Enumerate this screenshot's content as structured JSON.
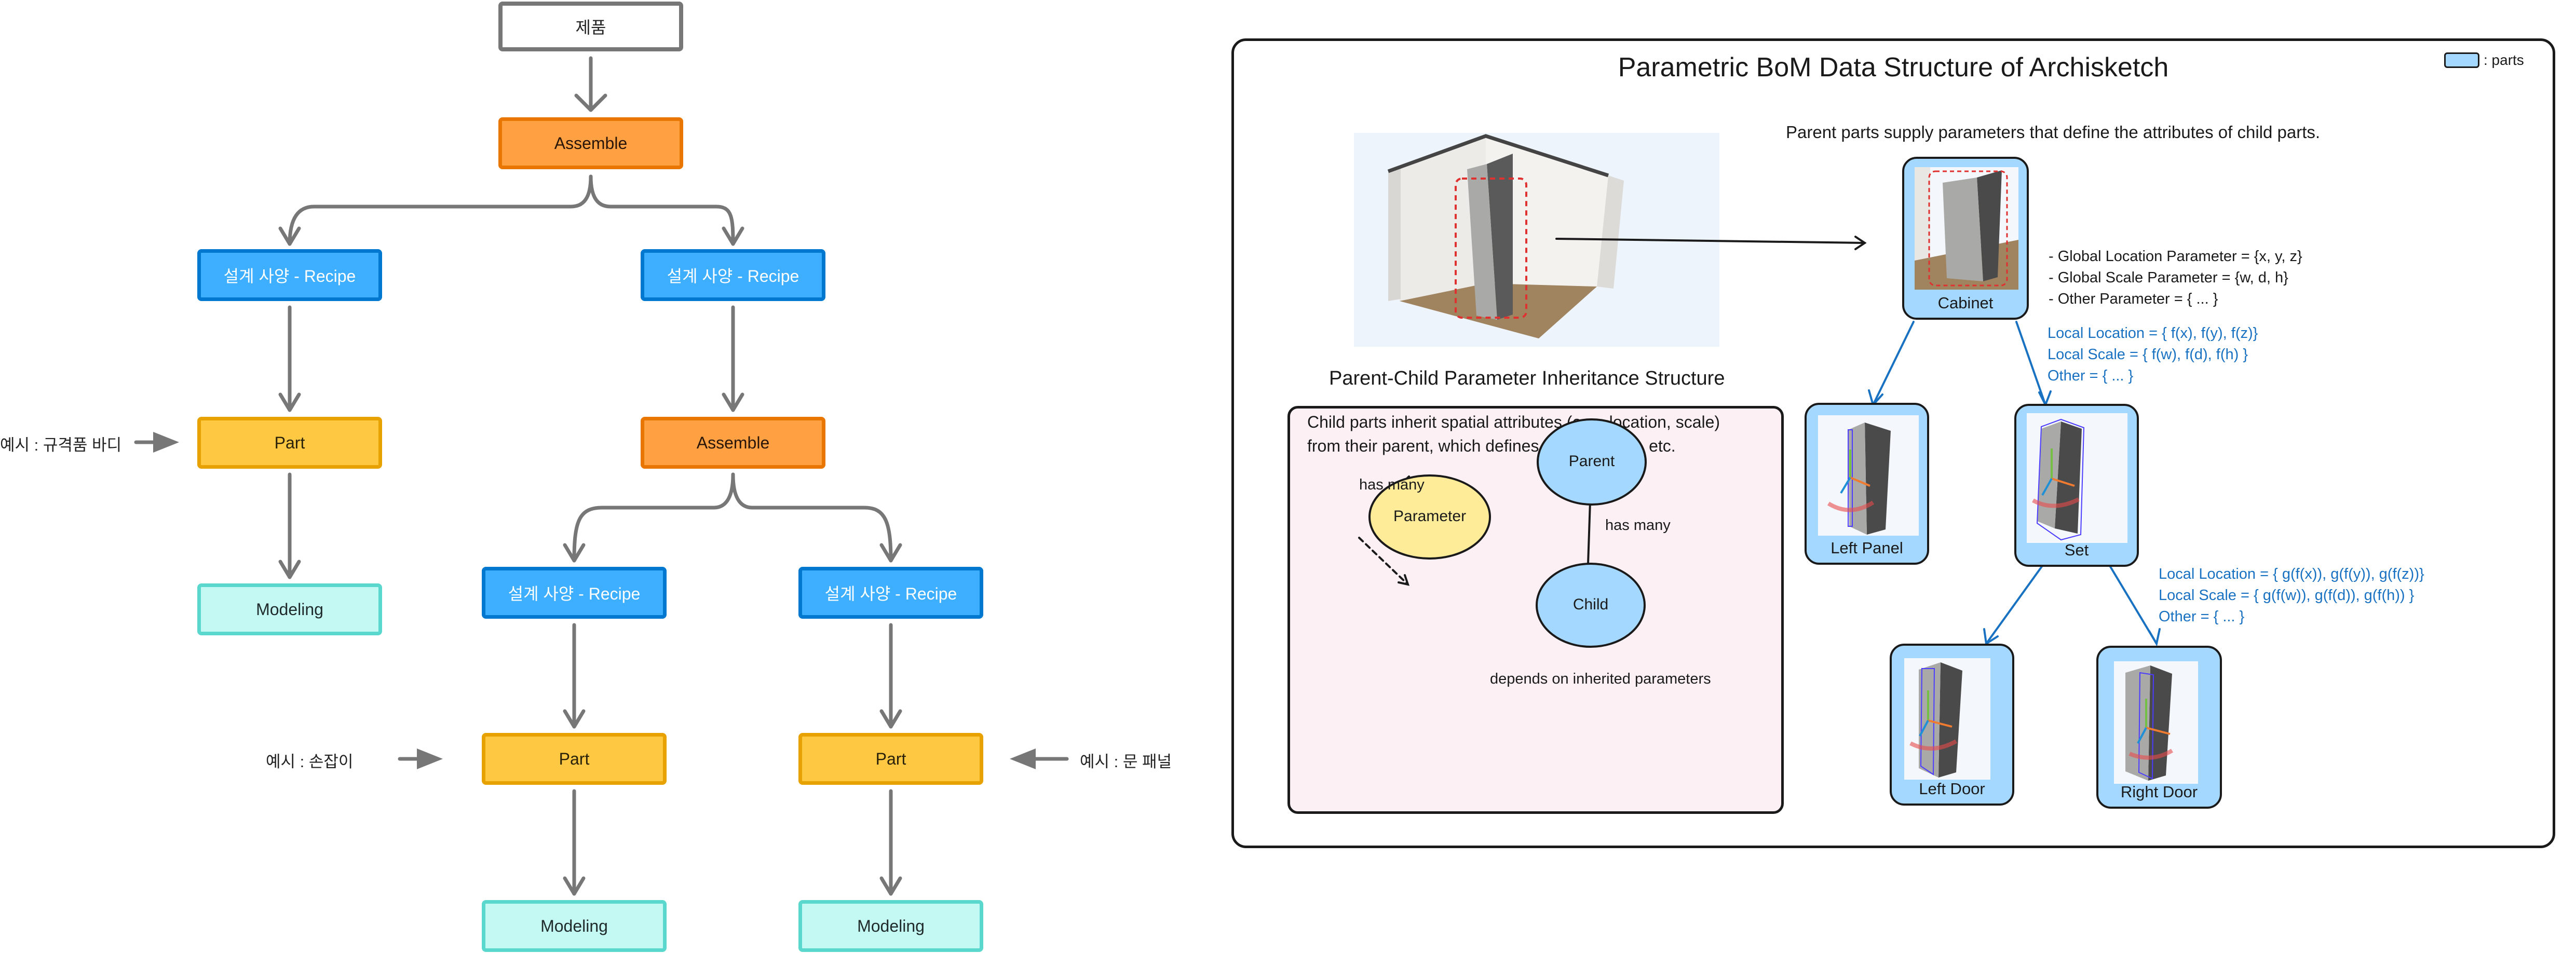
{
  "flowchart": {
    "product": "제품",
    "assemble_top": "Assemble",
    "recipe_left": "설계 사양 - Recipe",
    "recipe_right": "설계 사양 - Recipe",
    "part_left": "Part",
    "assemble_mid": "Assemble",
    "modeling_left": "Modeling",
    "recipe_ll": "설계 사양 - Recipe",
    "recipe_rr": "설계 사양 - Recipe",
    "part_ll": "Part",
    "part_rr": "Part",
    "modeling_ll": "Modeling",
    "modeling_rr": "Modeling",
    "example_body": "예시 : 규격품 바디",
    "example_handle": "예시 : 손잡이",
    "example_door_panel": "예시 : 문 패널",
    "colors": {
      "product": "#ffffff",
      "assemble": "#ffa042",
      "recipe": "#3eaefe",
      "part": "#fec843",
      "modeling": "#c4f8f3",
      "connector": "#777777"
    }
  },
  "bom": {
    "title": "Parametric BoM Data Structure of Archisketch",
    "legend_label": ": parts",
    "legend_color": "#a5d8ff",
    "supply_caption": "Parent  parts supply parameters that define the attributes of child parts.",
    "inheritance_title": "Parent-Child Parameter Inheritance Structure",
    "cabinet": {
      "label": "Cabinet",
      "params": [
        "- Global Location Parameter = {x, y, z}",
        "- Global Scale Parameter = {w, d, h}",
        "- Other Parameter = { ... }"
      ],
      "local": [
        "Local Location = { f(x), f(y), f(z)}",
        "Local Scale = { f(w), f(d), f(h) }",
        "Other = { ... }"
      ]
    },
    "left_panel": {
      "label": "Left Panel"
    },
    "set": {
      "label": "Set",
      "local": [
        "Local Location = { g(f(x)), g(f(y)), g(f(z))}",
        "Local Scale = { g(f(w)), g(f(d)), g(f(h)) }",
        "Other = { ... }"
      ]
    },
    "left_door": {
      "label": "Left Door"
    },
    "right_door": {
      "label": "Right Door"
    },
    "inheritance_box": {
      "description_line1": "Child parts inherit spatial attributes (e.g., location, scale)",
      "description_line2": "from their parent, which defines there  volume, etc.",
      "node_parent": "Parent",
      "node_parameter": "Parameter",
      "node_child": "Child",
      "edge_parent_parameter": "has many",
      "edge_parent_child": "has many",
      "dependency_note": "depends on inherited parameters",
      "colors": {
        "parent": "#a5d8ff",
        "parameter": "#ffec99",
        "child": "#a5d8ff",
        "background": "#fcf0f4"
      }
    },
    "accent_blue": "#1971c2"
  }
}
